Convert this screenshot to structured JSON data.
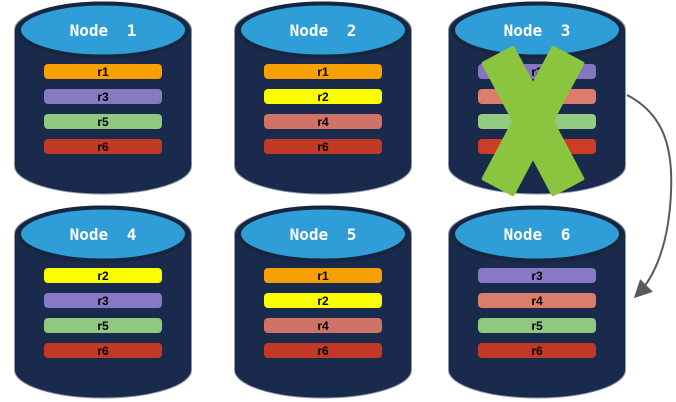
{
  "diagram": {
    "description": "Six database node cylinders with replica bars; Node 3 is crossed out and an arrow points from Node 3 to Node 6",
    "colors": {
      "cylinder_body": "#1A2A4C",
      "cylinder_rim": "#16263F",
      "cylinder_top": "#2F9ED8",
      "cylinder_outline": "#8C96A8",
      "title_text": "#FFFFFF",
      "bar_text": "#000000",
      "failure_x": "#8BC53F",
      "arrow": "#595959"
    },
    "nodes": [
      {
        "label": "Node 1",
        "failed": false,
        "replicas": [
          {
            "label": "r1",
            "color": "#F6A001"
          },
          {
            "label": "r3",
            "color": "#8879C4"
          },
          {
            "label": "r5",
            "color": "#8FC97F"
          },
          {
            "label": "r6",
            "color": "#C23A26"
          }
        ]
      },
      {
        "label": "Node 2",
        "failed": false,
        "replicas": [
          {
            "label": "r1",
            "color": "#F6A001"
          },
          {
            "label": "r2",
            "color": "#FBFF00"
          },
          {
            "label": "r4",
            "color": "#CE7365"
          },
          {
            "label": "r6",
            "color": "#C23A26"
          }
        ]
      },
      {
        "label": "Node 3",
        "failed": true,
        "replicas": [
          {
            "label": "r3",
            "color": "#8576BF"
          },
          {
            "label": "",
            "color": "#DC7D6B"
          },
          {
            "label": "",
            "color": "#93CB81"
          },
          {
            "label": "",
            "color": "#CB3D27"
          }
        ]
      },
      {
        "label": "Node 4",
        "failed": false,
        "replicas": [
          {
            "label": "r2",
            "color": "#FBFF00"
          },
          {
            "label": "r3",
            "color": "#8879C4"
          },
          {
            "label": "r5",
            "color": "#8FC97F"
          },
          {
            "label": "r6",
            "color": "#C23A26"
          }
        ]
      },
      {
        "label": "Node 5",
        "failed": false,
        "replicas": [
          {
            "label": "r1",
            "color": "#F6A001"
          },
          {
            "label": "r2",
            "color": "#FBFF00"
          },
          {
            "label": "r4",
            "color": "#CE7365"
          },
          {
            "label": "r6",
            "color": "#C23A26"
          }
        ]
      },
      {
        "label": "Node 6",
        "failed": false,
        "replicas": [
          {
            "label": "r3",
            "color": "#8879C4"
          },
          {
            "label": "r4",
            "color": "#DC7D6B"
          },
          {
            "label": "r5",
            "color": "#8FC97F"
          },
          {
            "label": "r6",
            "color": "#C23A26"
          }
        ]
      }
    ],
    "arrow": {
      "from": "Node 3",
      "to": "Node 6"
    }
  }
}
